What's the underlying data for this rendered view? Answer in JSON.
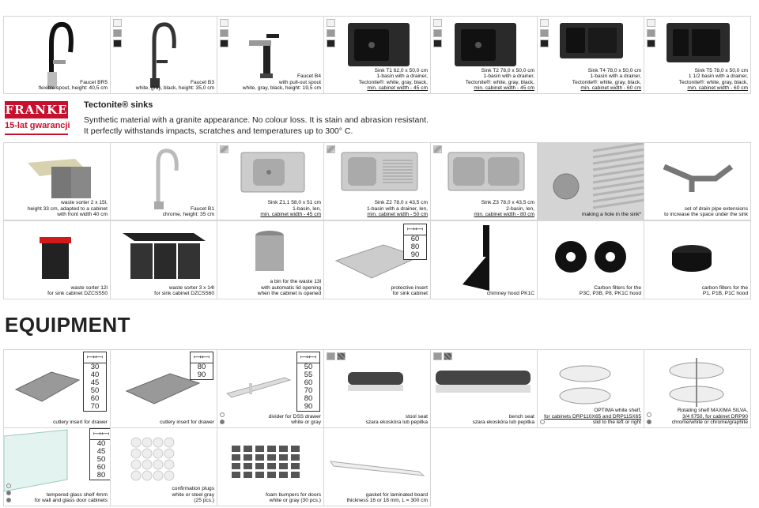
{
  "row1": [
    {
      "id": "faucet-br5",
      "lines": [
        "Faucet BR5",
        "flexible spout, height: 40,5 cm"
      ]
    },
    {
      "id": "faucet-b3",
      "lines": [
        "Faucet  B3",
        "white, gray, black, height: 35,0 cm"
      ]
    },
    {
      "id": "faucet-b4",
      "lines": [
        "Faucet  B4",
        "with pull-out spout",
        "white, gray, black, height: 19,5 cm"
      ]
    },
    {
      "id": "sink-t1",
      "lines": [
        "Sink T1 62,0 x 50,0 cm",
        "1-basin with a drainer,",
        "Tectonite®: white, gray, black,",
        "min. cabinet width - 45 cm"
      ],
      "ul": [
        3
      ]
    },
    {
      "id": "sink-t2",
      "lines": [
        "Sink T2 78,0 x 50,0 cm",
        "1-basin with a drainer,",
        "Tectonite®: white, gray, black,",
        "min. cabinet width - 45 cm"
      ],
      "ul": [
        3
      ]
    },
    {
      "id": "sink-t4",
      "lines": [
        "Sink T4 78,0 x 50,0 cm",
        "1-basin with a drainer,",
        "Tectonite®: white, gray, black,",
        "min. cabinet width - 60 cm"
      ],
      "ul": [
        3
      ]
    },
    {
      "id": "sink-t5",
      "lines": [
        "Sink T5 78,0 x 50,0 cm",
        "1 1/2 basin with a drainer,",
        "Tectonite®: white, gray, black,",
        "min. cabinet width - 60 cm"
      ],
      "ul": [
        3
      ]
    }
  ],
  "banner": {
    "logo": "FRANKE",
    "warranty": "15-lat gwarancji",
    "title": "Tectonite® sinks",
    "desc": [
      "Synthetic material with a granite appearance. No colour loss.  It is stain and abrasion resistant.",
      "It perfectly withstands impacts, scratches and temperatures up to 300° C."
    ]
  },
  "row2": [
    {
      "id": "waste-sorter-2x15",
      "lines": [
        "waste sorter 2 x 15l,",
        "height 33 cm, adapted to a cabinet",
        "with front width 40 cm"
      ]
    },
    {
      "id": "faucet-b1",
      "lines": [
        "Faucet  B1",
        "chrome, height: 35 cm"
      ]
    },
    {
      "id": "sink-z1",
      "lines": [
        "Sink Z1,1 58,0 x 51 cm",
        "1-basin, len,",
        "min. cabinet width - 45 cm"
      ],
      "ul": [
        2
      ]
    },
    {
      "id": "sink-z2",
      "lines": [
        "Sink  Z2 78,0 x 43,5 cm",
        "1-basin with a drainer,  len,",
        "min. cabinet width - 50 cm"
      ],
      "ul": [
        2
      ]
    },
    {
      "id": "sink-z3",
      "lines": [
        "Sink  Z3 78,0 x 43,5 cm",
        "2-basin, len,",
        "min. cabinet width - 80 cm"
      ],
      "ul": [
        2
      ]
    },
    {
      "id": "hole-in-sink",
      "lines": [
        "making a hole in the sink*"
      ]
    },
    {
      "id": "drain-extensions",
      "lines": [
        "set of drain pipe extensions",
        "to increase the space under the sink"
      ]
    }
  ],
  "row3": [
    {
      "id": "waste-sorter-12",
      "lines": [
        "waste sorter 12l",
        "for sink cabinet DZCSS50"
      ]
    },
    {
      "id": "waste-sorter-3x14",
      "lines": [
        "waste sorter 3 x 14l",
        "for sink cabinet DZCSS60"
      ]
    },
    {
      "id": "waste-bin-13",
      "lines": [
        "a bin for the waste 13l",
        "with automatic lid opening",
        "when the cabinet is opened"
      ]
    },
    {
      "id": "protective-insert",
      "lines": [
        "protective insert",
        "for sink cabinet"
      ],
      "sizes": [
        "60",
        "80",
        "90"
      ]
    },
    {
      "id": "chimney-hood",
      "lines": [
        "chimney hood PK1C"
      ]
    },
    {
      "id": "carbon-filters-a",
      "lines": [
        "Carbon filters for the",
        "P3C, P3B, P8, PK1C hood"
      ]
    },
    {
      "id": "carbon-filters-b",
      "lines": [
        "carbon filters for the",
        "P1, P1B, P1C hood"
      ]
    }
  ],
  "section_title": "EQUIPMENT",
  "row4": [
    {
      "id": "cutlery-insert-a",
      "lines": [
        "cutlery insert for drawer"
      ],
      "sizes": [
        "30",
        "40",
        "45",
        "50",
        "60",
        "70"
      ]
    },
    {
      "id": "cutlery-insert-b",
      "lines": [
        "cutlery insert for drawer"
      ],
      "sizes": [
        "80",
        "90"
      ]
    },
    {
      "id": "divider-dss",
      "lines": [
        "divider for DSS drawer",
        "white or gray"
      ],
      "sizes": [
        "50",
        "55",
        "60",
        "70",
        "80",
        "90"
      ]
    },
    {
      "id": "stool-seat",
      "lines": [
        "stool seat",
        "szara ekoskóra lub pepitka"
      ]
    },
    {
      "id": "bench-seat",
      "lines": [
        "bench seat",
        "szara ekoskóra lub pepitka"
      ]
    },
    {
      "id": "optima-shelf",
      "lines": [
        "OPTIMA white shelf,",
        "for cabinets DRP110X65 and DRP115X65",
        "slid to the left or right"
      ],
      "ul": [
        1
      ]
    },
    {
      "id": "rotating-shelf",
      "lines": [
        "Rotating shelf MAXIMA SILVA,",
        "3/4 fi750, for cabinet DRP90",
        "chrome/white or chrome/graphite"
      ],
      "ul": [
        1
      ]
    }
  ],
  "row5": [
    {
      "id": "glass-shelf",
      "lines": [
        "tempered glass shelf 4mm",
        "for  wall and glass door cabinets"
      ],
      "sizes": [
        "40",
        "45",
        "50",
        "60",
        "80"
      ]
    },
    {
      "id": "confirmation-plugs",
      "lines": [
        "confirmation plugs",
        "white or steel gray",
        "(25 pcs.)"
      ]
    },
    {
      "id": "foam-bumpers",
      "lines": [
        "foam bumpers for doors",
        "white or gray (30 pcs.)"
      ]
    },
    {
      "id": "gasket",
      "lines": [
        "gasket for laminated board",
        "thickness 16 or 18 mm, L = 300 cm"
      ]
    }
  ],
  "size_icon": "⟼⟻",
  "icons": [
    "faucet-icon",
    "sink-icon",
    "waste-bin-icon",
    "hood-icon",
    "filter-icon",
    "drawer-insert-icon",
    "shelf-icon"
  ]
}
